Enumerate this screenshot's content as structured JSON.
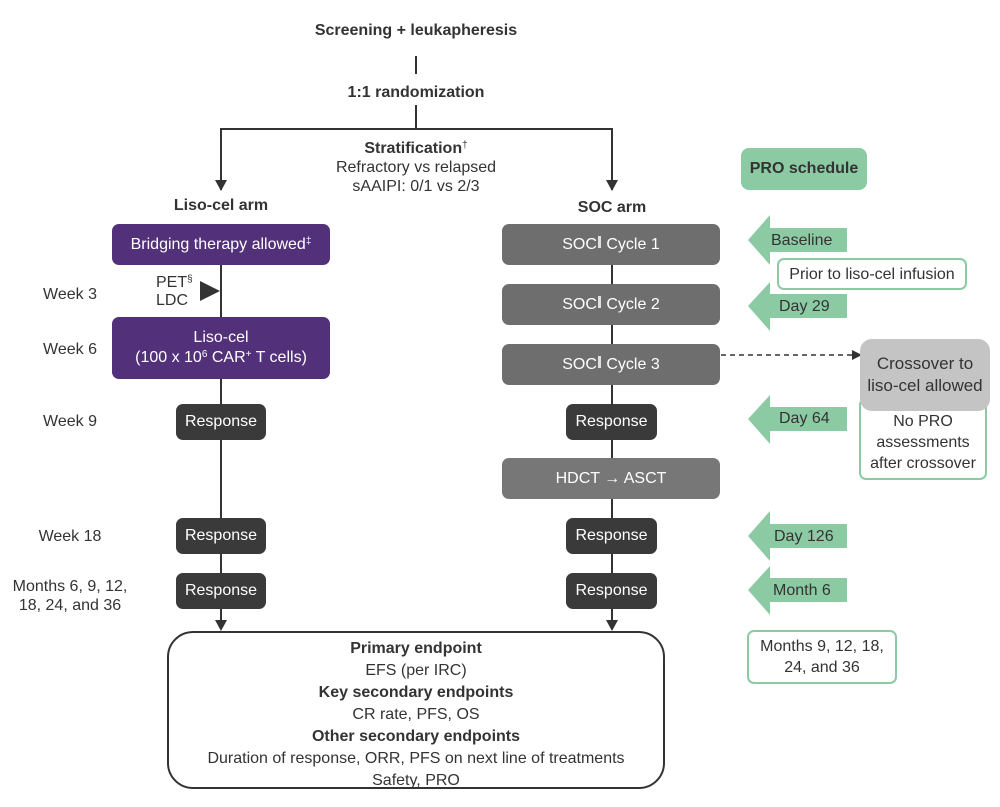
{
  "top": {
    "screening": "Screening + leukapheresis",
    "randomization": "1:1 randomization",
    "stratification_title": "Stratification",
    "stratification_sup": "†",
    "stratification_lines": [
      "Refractory vs relapsed",
      "sAAIPI: 0/1 vs 2/3"
    ]
  },
  "liso_arm": {
    "title": "Liso-cel arm",
    "bridging": "Bridging therapy allowed",
    "bridging_sup": "‡",
    "pet": "PET",
    "pet_sup": "§",
    "ldc": "LDC",
    "lisocel_line1": "Liso-cel",
    "lisocel_line2_a": "(100 x 10",
    "lisocel_line2_exp": "6",
    "lisocel_line2_b": " CAR",
    "lisocel_line2_plus": "+",
    "lisocel_line2_c": " T cells)",
    "responses": [
      "Response",
      "Response",
      "Response"
    ]
  },
  "timeline": {
    "week3": "Week 3",
    "week6": "Week 6",
    "week9": "Week 9",
    "week18": "Week 18",
    "months_line1": "Months 6, 9, 12,",
    "months_line2": "18, 24, and 36"
  },
  "soc_arm": {
    "title": "SOC arm",
    "cycle_prefix": "SOC",
    "cycles": [
      "Cycle 1",
      "Cycle 2",
      "Cycle 3"
    ],
    "hdct": "HDCT → ASCT",
    "responses": [
      "Response",
      "Response",
      "Response"
    ]
  },
  "crossover": {
    "line1": "Crossover to",
    "line2": "liso-cel allowed",
    "note_lines": [
      "No PRO",
      "assessments",
      "after crossover"
    ]
  },
  "pro": {
    "title": "PRO schedule",
    "baseline": "Baseline",
    "baseline_note": "Prior to liso-cel infusion",
    "day29": "Day 29",
    "day64": "Day 64",
    "day126": "Day 126",
    "month6": "Month 6",
    "months_line1": "Months 9, 12, 18,",
    "months_line2": "24, and 36"
  },
  "endpoints": {
    "primary_title": "Primary endpoint",
    "primary": "EFS (per IRC)",
    "key_title": "Key secondary endpoints",
    "key": "CR rate, PFS, OS",
    "other_title": "Other secondary endpoints",
    "other": "Duration of response, ORR, PFS on next line of treatments",
    "other2": "Safety, PRO"
  },
  "colors": {
    "liso_purple": "#53307a",
    "soc_gray": "#6e6e6e",
    "response_dark": "#3a3a3a",
    "pro_green": "#8ccaa4",
    "crossover_gray": "#c4c4c4"
  }
}
